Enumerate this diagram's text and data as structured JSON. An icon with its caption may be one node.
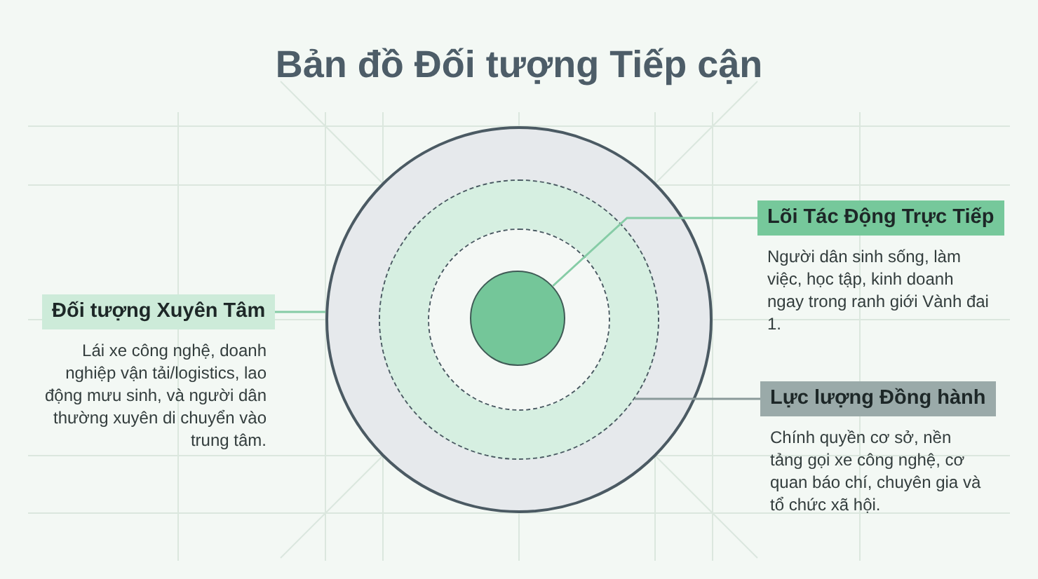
{
  "diagram": {
    "title": "Bản đồ Đối tượng Tiếp cận",
    "nodes": [
      {
        "text": [],
        "shape": "circle"
      },
      {
        "text": [],
        "shape": "circle",
        "in": 0
      },
      {
        "text": [],
        "shape": "circle",
        "in": 1
      },
      {
        "text": [],
        "shape": "circle",
        "in": 2
      },
      {
        "text": [
          "Lõi Tác Động Trực Tiếp",
          "Người dân sinh sống, làm việc, học tập, kinh doanh ngay trong ranh giới Vành đai 1."
        ]
      },
      {
        "text": [
          "Đối tượng Xuyên Tâm",
          "Lái xe công nghệ, doanh nghiệp vận tải/logistics, lao động mưu sinh, và người dân thường xuyên di chuyển vào trung tâm."
        ]
      },
      {
        "text": [
          "Lực lượng Đồng hành",
          "Chính quyền cơ sở, nền tảng gọi xe công nghệ, cơ quan báo chí, chuyên gia và tổ chức xã hội."
        ]
      }
    ],
    "edges": [
      {
        "from": 4,
        "to": 3,
        "arrow": "none"
      },
      {
        "from": 5,
        "to": 0,
        "arrow": "none"
      },
      {
        "from": 6,
        "to": 1,
        "arrow": "none",
        "color": "#8a9a9a"
      }
    ]
  }
}
